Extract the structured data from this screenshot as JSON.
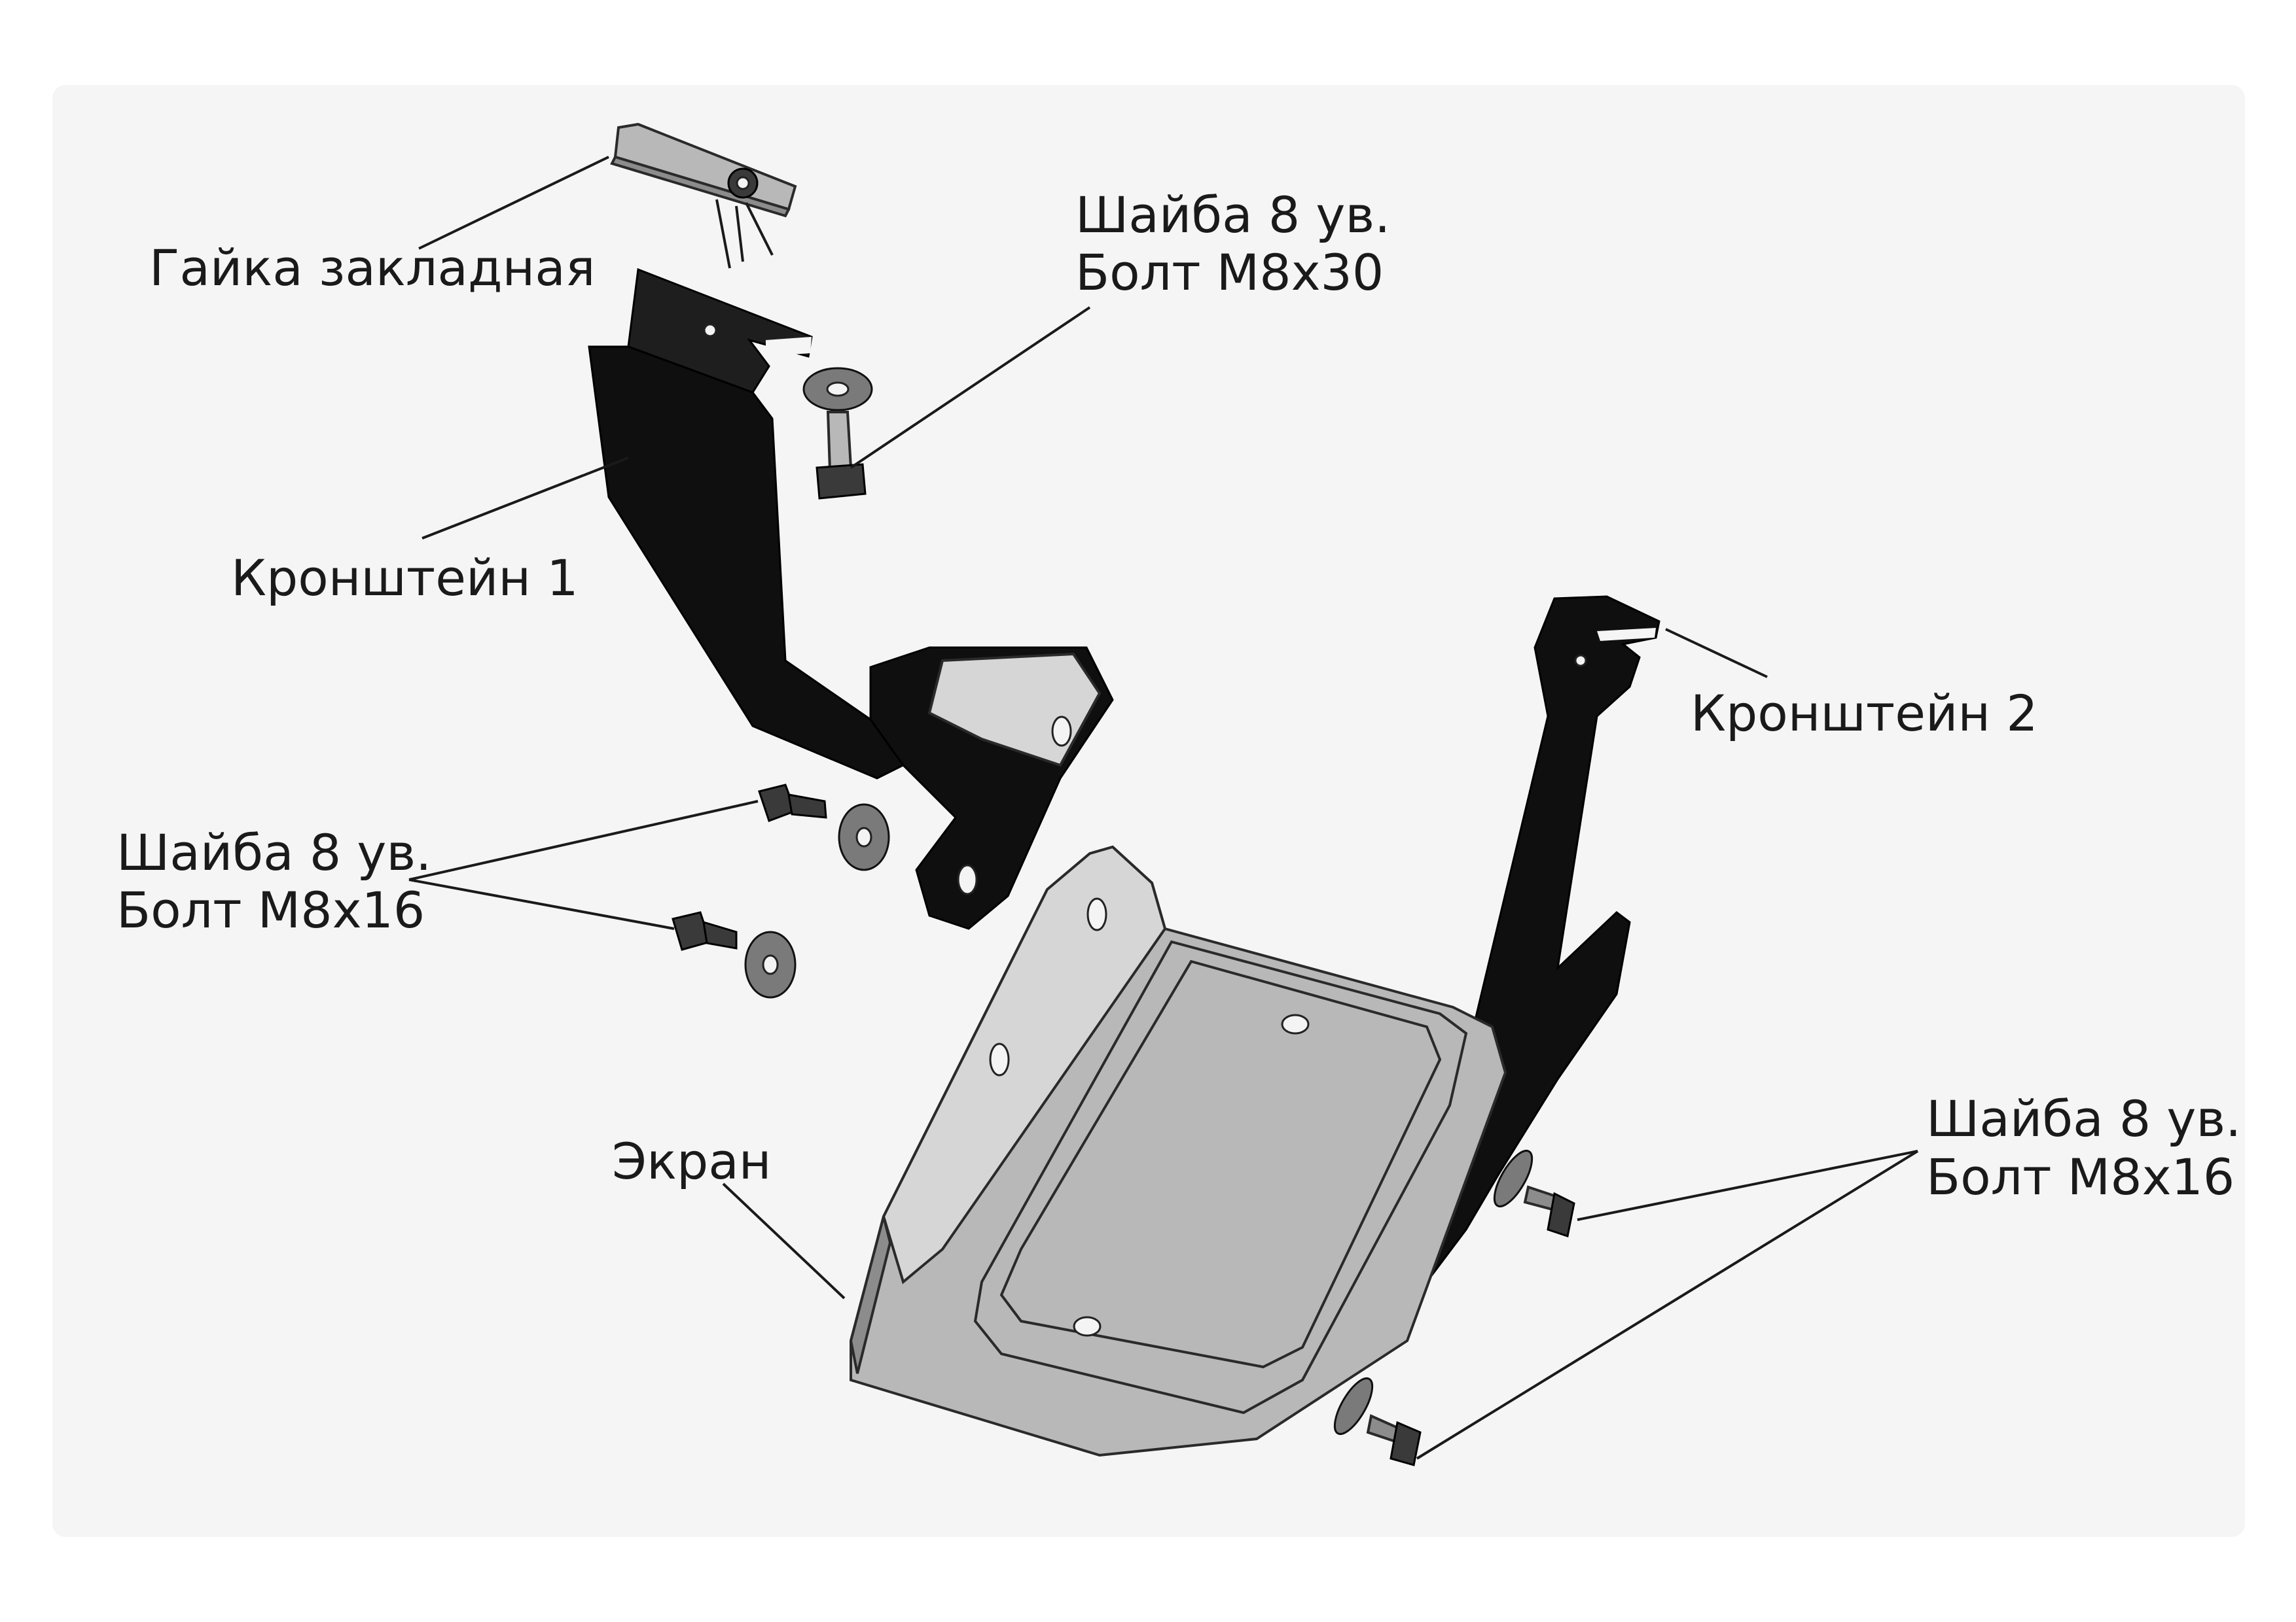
{
  "labels": {
    "insert_nut": "Гайка закладная",
    "washer_bolt_m8x30_line1": "Шайба 8 ув.",
    "washer_bolt_m8x30_line2": "Болт M8x30",
    "bracket_1": "Кронштейн 1",
    "bracket_2": "Кронштейн 2",
    "washer_bolt_m8x16_left_line1": "Шайба 8 ув.",
    "washer_bolt_m8x16_left_line2": "Болт M8x16",
    "screen": "Экран",
    "washer_bolt_m8x16_right_line1": "Шайба 8 ув.",
    "washer_bolt_m8x16_right_line2": "Болт M8x16"
  }
}
